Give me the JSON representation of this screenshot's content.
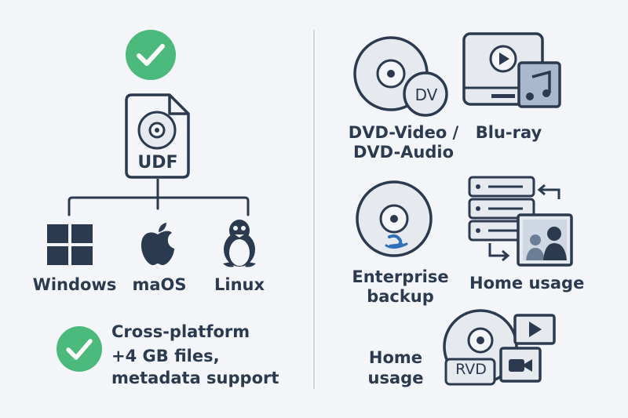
{
  "left": {
    "format_label": "UDF",
    "platforms": [
      {
        "label": "Windows",
        "icon": "windows-logo-icon"
      },
      {
        "label": "maOS",
        "icon": "apple-logo-icon"
      },
      {
        "label": "Linux",
        "icon": "linux-tux-icon"
      }
    ],
    "benefits": {
      "line1": "Cross-platform",
      "line2": "+4 GB files,",
      "line3": "metadata support"
    }
  },
  "right": {
    "dvd_line1": "DVD-Video /",
    "dvd_line2": "DVD-Audio",
    "dvd_badge": "DV",
    "bluray": "Blu-ray",
    "enterprise_line1": "Enterprise",
    "enterprise_line2": "backup",
    "home_usage_a": "Home usage",
    "home_usage_b_line1": "Home",
    "home_usage_b_line2": "usage",
    "rvd_badge": "RVD"
  },
  "colors": {
    "check_green": "#4bb87c",
    "dark_slate": "#2b3a4f",
    "disc_fill": "#e6eaef",
    "bluray_blue": "#2f6fb8",
    "screen_fill": "#cfd7e2"
  }
}
